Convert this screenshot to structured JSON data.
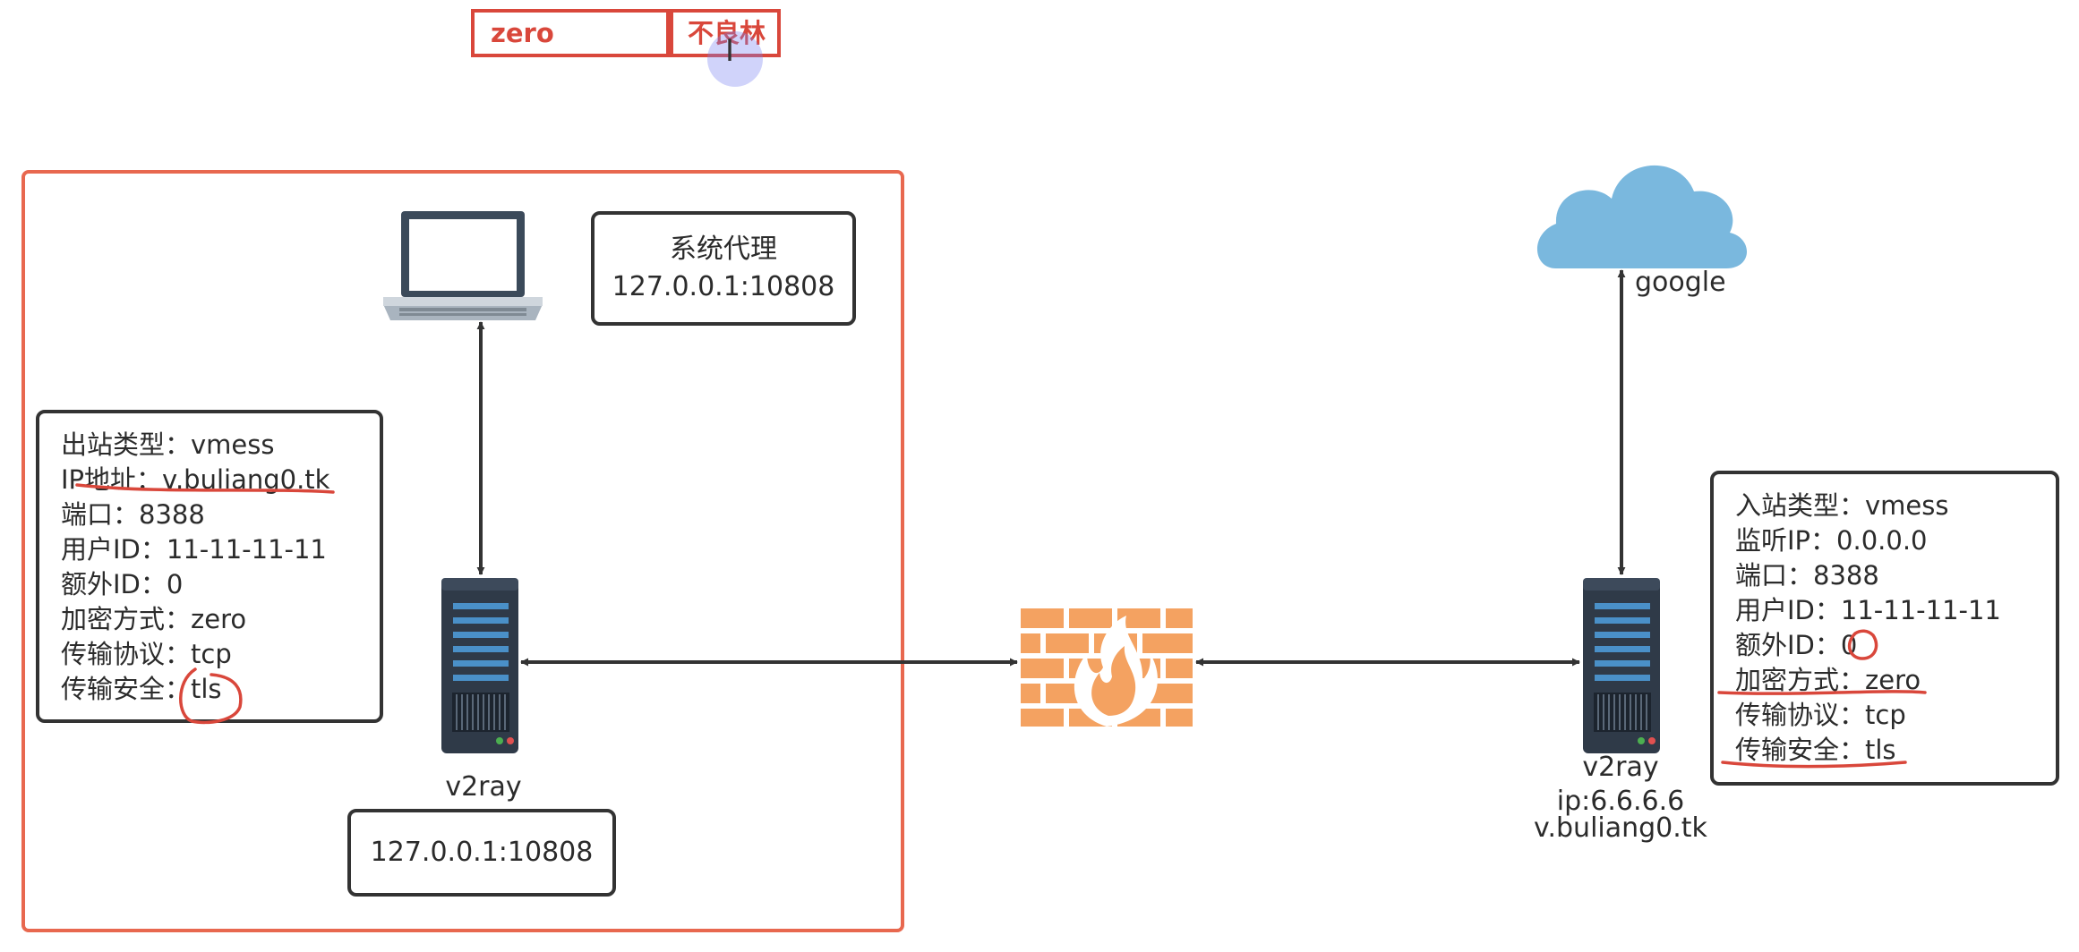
{
  "tags": {
    "left": "zero",
    "right": "不良林"
  },
  "laptop": {
    "name": "laptop-icon"
  },
  "system_proxy": {
    "line1": "系统代理",
    "line2": "127.0.0.1:10808"
  },
  "outbound": {
    "lines": [
      "出站类型：vmess",
      "IP地址：v.buliang0.tk",
      "端口：8388",
      "用户ID：11-11-11-11",
      "额外ID：0",
      "加密方式：zero",
      "传输协议：tcp",
      "传输安全：tls"
    ]
  },
  "client_server": {
    "label": "v2ray"
  },
  "local_port": {
    "text": "127.0.0.1:10808"
  },
  "firewall": {
    "name": "firewall-icon"
  },
  "google": {
    "label": "google"
  },
  "remote_server": {
    "label1": "v2ray",
    "label2": "ip:6.6.6.6",
    "label3": "v.buliang0.tk"
  },
  "inbound": {
    "lines": [
      "入站类型：vmess",
      "监听IP：0.0.0.0",
      "端口：8388",
      "用户ID：11-11-11-11",
      "额外ID：0",
      "加密方式：zero",
      "传输协议：tcp",
      "传输安全：tls"
    ]
  },
  "colors": {
    "accent": "#d9473b",
    "group_border": "#e8684f",
    "cloud": "#7ab8de",
    "firewall": "#f4a261",
    "server": "#2f3a48",
    "server_stripe": "#4a90c8"
  }
}
